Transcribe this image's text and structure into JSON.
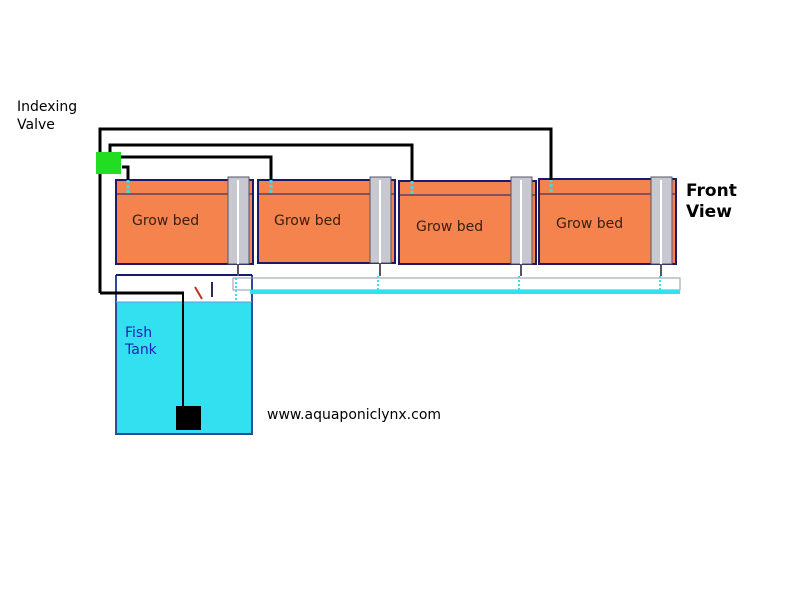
{
  "labels": {
    "valve_line1": "Indexing",
    "valve_line2": "Valve",
    "view_line1": "Front",
    "view_line2": "View",
    "tank_line1": "Fish",
    "tank_line2": "Tank",
    "website": "www.aquaponiclynx.com"
  },
  "grow_beds": [
    {
      "label": "Grow bed"
    },
    {
      "label": "Grow bed"
    },
    {
      "label": "Grow bed"
    },
    {
      "label": "Grow bed"
    }
  ],
  "colors": {
    "grow_bed": "#f4834e",
    "bed_border": "#1a1a6a",
    "water": "#33e0f0",
    "pipe": "#000000",
    "valve": "#22dd22",
    "siphon": "#c8c8d0",
    "pump": "#000000"
  }
}
